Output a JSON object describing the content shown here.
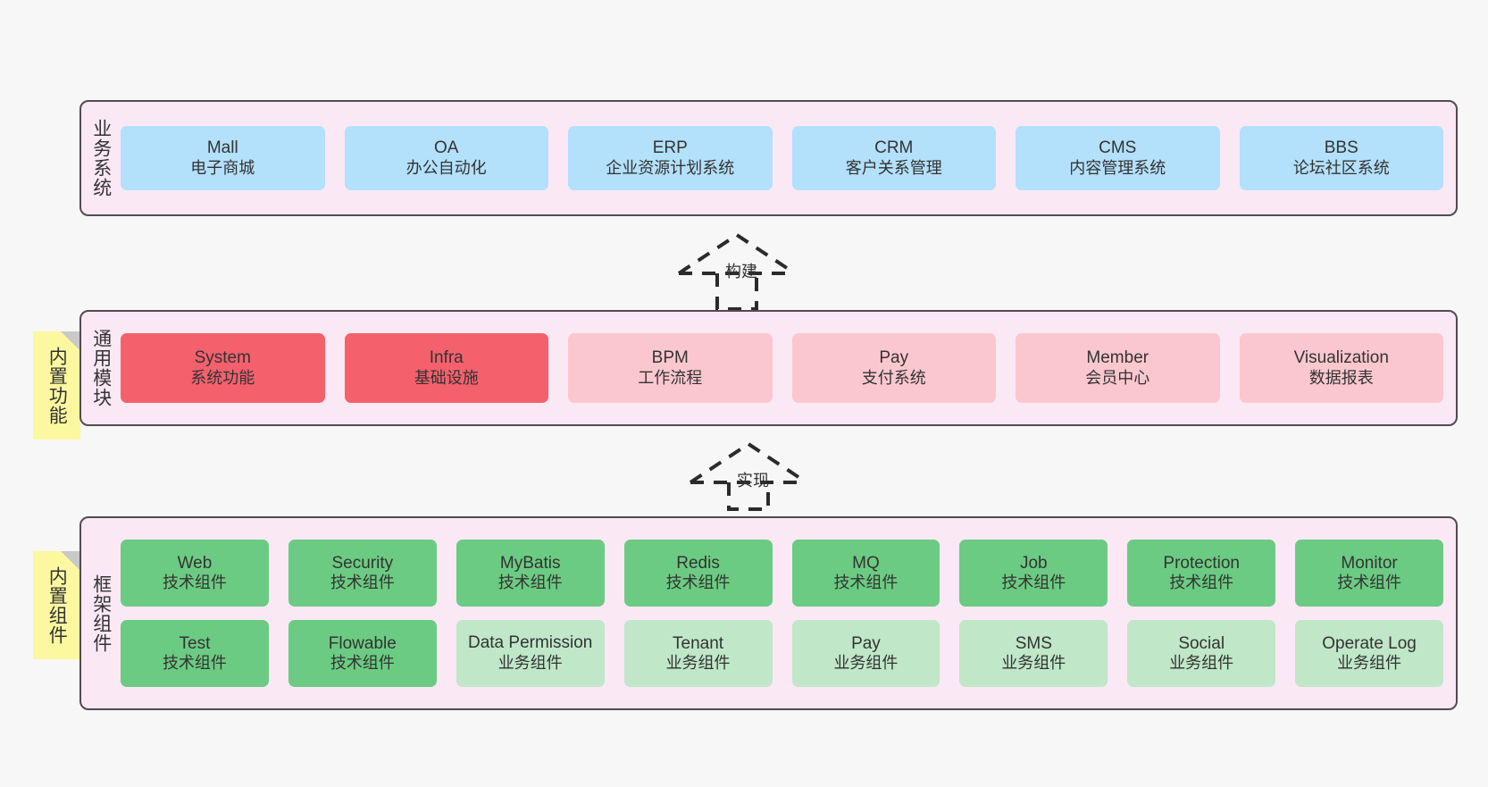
{
  "diagram": {
    "background": "#f7f7f7",
    "layer_fill": "#fae8f5",
    "layer_border": "#534a52",
    "note_fill": "#fbf8a0",
    "note_fold": "#c9c9c9"
  },
  "layers": [
    {
      "id": "business-systems",
      "title": "业务系统",
      "rows": [
        [
          {
            "en": "Mall",
            "cn": "电子商城",
            "color": "#b3e0fb",
            "style": "c-blue"
          },
          {
            "en": "OA",
            "cn": "办公自动化",
            "color": "#b3e0fb",
            "style": "c-blue"
          },
          {
            "en": "ERP",
            "cn": "企业资源计划系统",
            "color": "#b3e0fb",
            "style": "c-blue"
          },
          {
            "en": "CRM",
            "cn": "客户关系管理",
            "color": "#b3e0fb",
            "style": "c-blue"
          },
          {
            "en": "CMS",
            "cn": "内容管理系统",
            "color": "#b3e0fb",
            "style": "c-blue"
          },
          {
            "en": "BBS",
            "cn": "论坛社区系统",
            "color": "#b3e0fb",
            "style": "c-blue"
          }
        ]
      ]
    },
    {
      "id": "common-modules",
      "title": "通用模块",
      "note": "内置功能",
      "rows": [
        [
          {
            "en": "System",
            "cn": "系统功能",
            "color": "#f4606c",
            "style": "c-red"
          },
          {
            "en": "Infra",
            "cn": "基础设施",
            "color": "#f4606c",
            "style": "c-red"
          },
          {
            "en": "BPM",
            "cn": "工作流程",
            "color": "#fbc7cf",
            "style": "c-pink"
          },
          {
            "en": "Pay",
            "cn": "支付系统",
            "color": "#fbc7cf",
            "style": "c-pink"
          },
          {
            "en": "Member",
            "cn": "会员中心",
            "color": "#fbc7cf",
            "style": "c-pink"
          },
          {
            "en": "Visualization",
            "cn": "数据报表",
            "color": "#fbc7cf",
            "style": "c-pink"
          }
        ]
      ]
    },
    {
      "id": "framework-components",
      "title": "框架组件",
      "note": "内置组件",
      "rows": [
        [
          {
            "en": "Web",
            "cn": "技术组件",
            "color": "#6ccb82",
            "style": "c-green"
          },
          {
            "en": "Security",
            "cn": "技术组件",
            "color": "#6ccb82",
            "style": "c-green"
          },
          {
            "en": "MyBatis",
            "cn": "技术组件",
            "color": "#6ccb82",
            "style": "c-green"
          },
          {
            "en": "Redis",
            "cn": "技术组件",
            "color": "#6ccb82",
            "style": "c-green"
          },
          {
            "en": "MQ",
            "cn": "技术组件",
            "color": "#6ccb82",
            "style": "c-green"
          },
          {
            "en": "Job",
            "cn": "技术组件",
            "color": "#6ccb82",
            "style": "c-green"
          },
          {
            "en": "Protection",
            "cn": "技术组件",
            "color": "#6ccb82",
            "style": "c-green"
          },
          {
            "en": "Monitor",
            "cn": "技术组件",
            "color": "#6ccb82",
            "style": "c-green"
          }
        ],
        [
          {
            "en": "Test",
            "cn": "技术组件",
            "color": "#6ccb82",
            "style": "c-green"
          },
          {
            "en": "Flowable",
            "cn": "技术组件",
            "color": "#6ccb82",
            "style": "c-green"
          },
          {
            "en": "Data Permission",
            "cn": "业务组件",
            "color": "#bfe7c8",
            "style": "c-lightgreen"
          },
          {
            "en": "Tenant",
            "cn": "业务组件",
            "color": "#bfe7c8",
            "style": "c-lightgreen"
          },
          {
            "en": "Pay",
            "cn": "业务组件",
            "color": "#bfe7c8",
            "style": "c-lightgreen"
          },
          {
            "en": "SMS",
            "cn": "业务组件",
            "color": "#bfe7c8",
            "style": "c-lightgreen"
          },
          {
            "en": "Social",
            "cn": "业务组件",
            "color": "#bfe7c8",
            "style": "c-lightgreen"
          },
          {
            "en": "Operate Log",
            "cn": "业务组件",
            "color": "#bfe7c8",
            "style": "c-lightgreen"
          }
        ]
      ]
    }
  ],
  "connectors": [
    {
      "id": "build",
      "label": "构建",
      "style": "dashed-hollow-triangle-up"
    },
    {
      "id": "implement",
      "label": "实现",
      "style": "dashed-hollow-triangle-up"
    }
  ]
}
